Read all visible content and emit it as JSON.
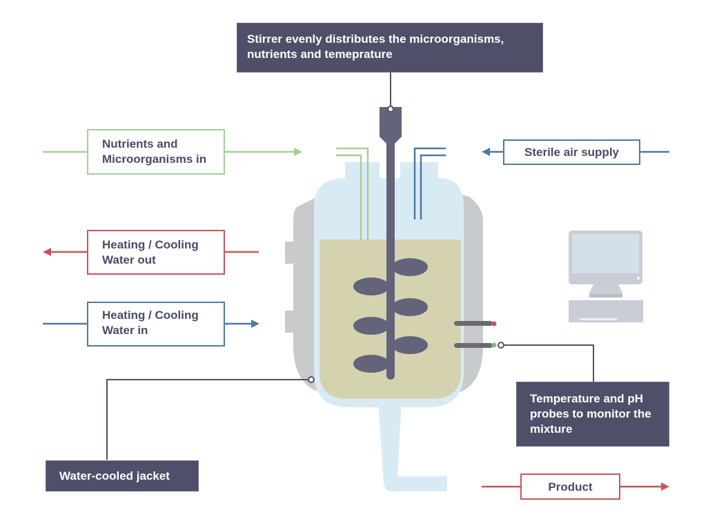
{
  "title": "Fermenter / Bioreactor diagram",
  "labels": {
    "stirrer": "Stirrer evenly distributes the microorganisms, nutrients and temeprature",
    "nutrients": "Nutrients and Microorganisms in",
    "water_out": "Heating / Cooling Water out",
    "water_in": "Heating / Cooling Water in",
    "sterile_air": "Sterile air supply",
    "probes": "Temperature and pH probes to monitor the mixture",
    "jacket": "Water-cooled jacket",
    "product": "Product"
  },
  "colors": {
    "dark_label": "#4f4f69",
    "green": "#a6cf98",
    "red": "#c9545a",
    "blue": "#4f79a0",
    "jacket_gray": "#c9cacc",
    "vessel_blue": "#d8ebf5",
    "liquid": "#d5d2b0",
    "stirrer": "#63637a"
  }
}
